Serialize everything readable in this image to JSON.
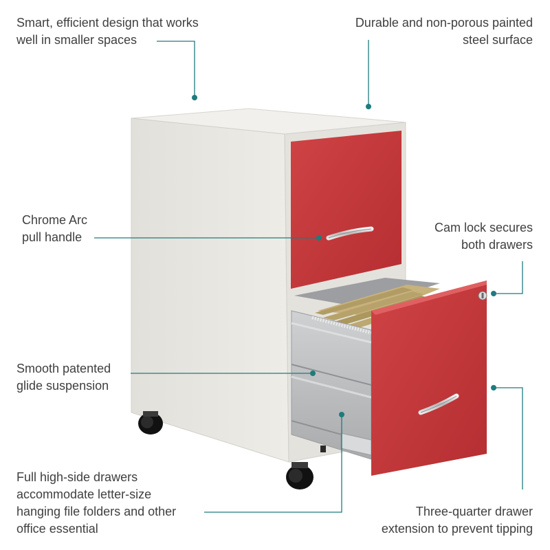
{
  "colors": {
    "accent": "#1e7b7e",
    "cabinet_body": "#e9e7e1",
    "drawer_front": "#c8393b",
    "drawer_interior": "#b9bbbd"
  },
  "callouts": {
    "design": {
      "lines": [
        "Smart, efficient design that works",
        "well in smaller spaces"
      ]
    },
    "surface": {
      "lines": [
        "Durable and non-porous painted",
        "steel surface"
      ]
    },
    "handle": {
      "lines": [
        "Chrome Arc",
        "pull handle"
      ]
    },
    "lock": {
      "lines": [
        "Cam lock secures",
        "both drawers"
      ]
    },
    "glide": {
      "lines": [
        "Smooth patented",
        "glide suspension"
      ]
    },
    "drawers": {
      "lines": [
        "Full high-side drawers",
        "accommodate letter-size",
        "hanging file folders and other",
        "office essential"
      ]
    },
    "extension": {
      "lines": [
        "Three-quarter drawer",
        "extension to prevent tipping"
      ]
    }
  },
  "product": {
    "icons": [
      "filing-cabinet-icon",
      "caster-wheel-icon",
      "cam-lock-icon",
      "arc-handle-icon"
    ]
  }
}
